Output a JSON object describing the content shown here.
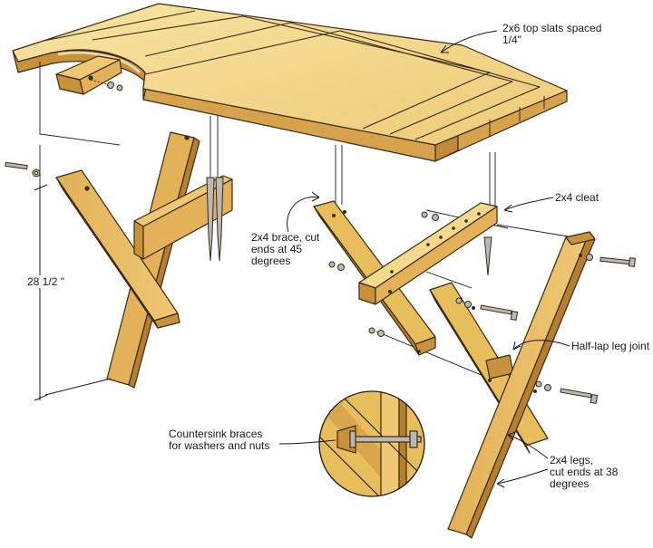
{
  "labels": {
    "top_slats": "2x6 top slats spaced\n1/4\"",
    "cleat": "2x4 cleat",
    "brace": "2x4 brace, cut\nends at 45\ndegrees",
    "leg_joint": "Half-lap leg joint",
    "countersink": "Countersink braces\nfor washers and nuts",
    "legs": "2x4 legs,\ncut ends at 38\ndegrees",
    "height": "28 1/2 \""
  },
  "colors": {
    "wood_light": "#f5d98c",
    "wood_mid": "#e8bd5c",
    "wood_dark": "#c8923a",
    "wood_shadow": "#a9732a",
    "outline": "#3a2a14",
    "line": "#1a1a1a",
    "hardware": "#b9b9b9"
  }
}
